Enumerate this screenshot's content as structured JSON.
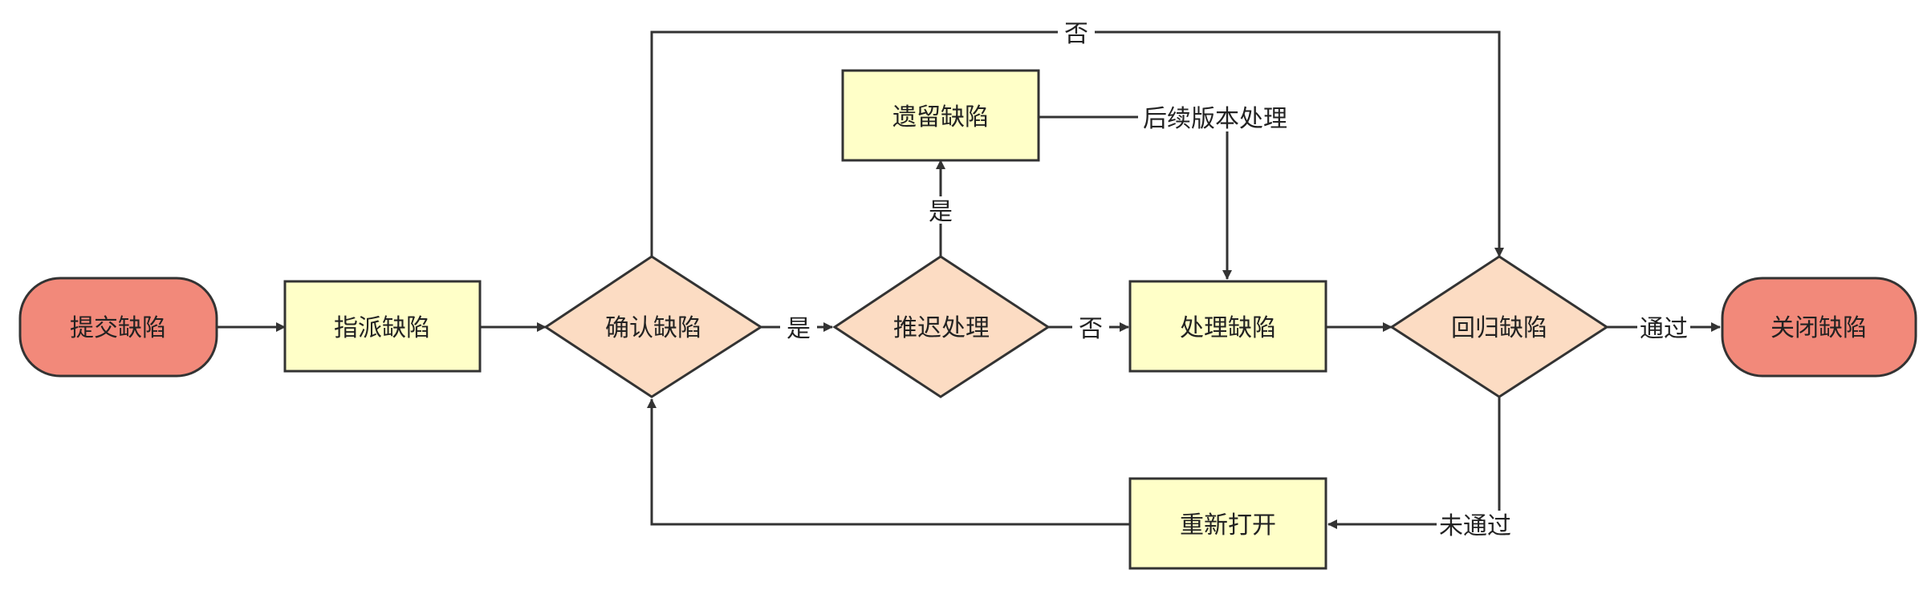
{
  "colors": {
    "terminal_fill": "#f2897a",
    "process_fill": "#ffffc8",
    "decision_fill": "#fcdcc3",
    "stroke": "#333333",
    "text": "#222222"
  },
  "nodes": {
    "submit": "提交缺陷",
    "assign": "指派缺陷",
    "confirm": "确认缺陷",
    "defer": "推迟处理",
    "legacy": "遗留缺陷",
    "handle": "处理缺陷",
    "regress": "回归缺陷",
    "close": "关闭缺陷",
    "reopen": "重新打开"
  },
  "edge_labels": {
    "confirm_to_regress_no": "否",
    "confirm_to_defer_yes": "是",
    "defer_to_legacy_yes": "是",
    "defer_to_handle_no": "否",
    "legacy_to_handle": "后续版本处理",
    "regress_to_close_pass": "通过",
    "regress_to_reopen_fail": "未通过"
  }
}
